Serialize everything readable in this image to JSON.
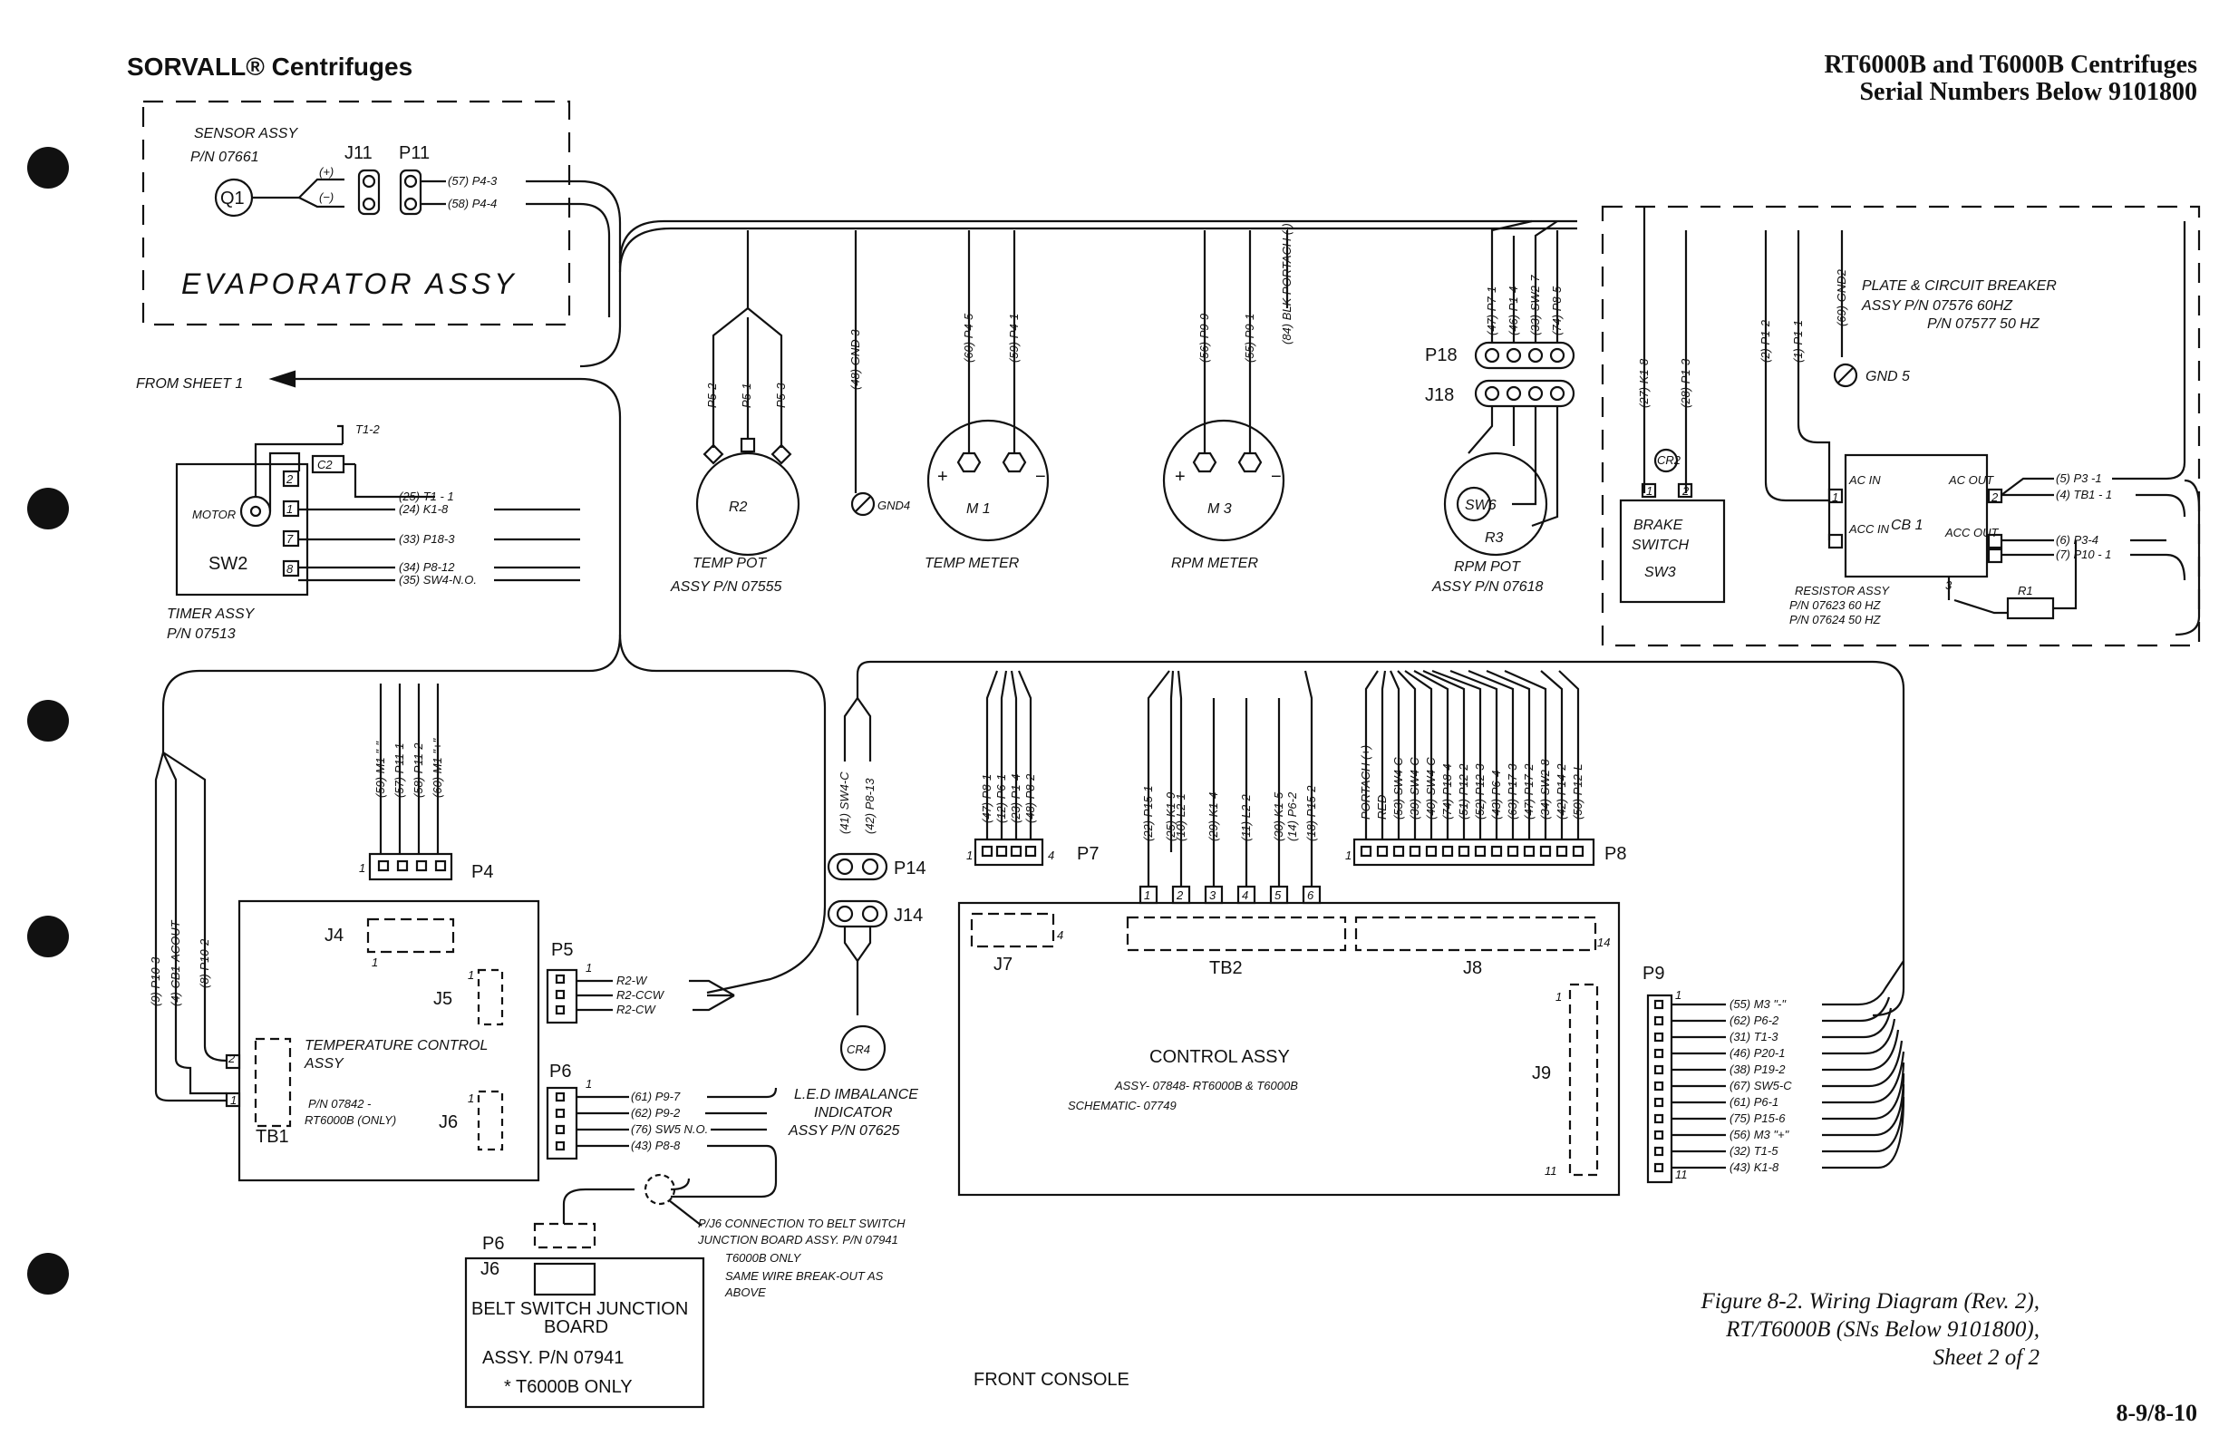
{
  "header": {
    "left": "SORVALL® Centrifuges",
    "right_line1": "RT6000B and T6000B Centrifuges",
    "right_line2": "Serial Numbers Below 9101800"
  },
  "caption": {
    "line1": "Figure 8-2. Wiring Diagram (Rev. 2),",
    "line2": "RT/T6000B (SNs Below 9101800),",
    "line3": "Sheet 2 of 2"
  },
  "page_number": "8-9/8-10",
  "labels": {
    "sensor1": "SENSOR ASSY",
    "sensor2": "P/N 07661",
    "j11": "J11",
    "p11": "P11",
    "q1": "Q1",
    "plus": "(+)",
    "minus": "(−)",
    "w57": "(57) P4-3",
    "w58": "(58) P4-4",
    "evap": "EVAPORATOR ASSY",
    "from_sheet": "FROM SHEET 1",
    "t12": "T1-2",
    "c2": "C2",
    "motor": "MOTOR",
    "sw2": "SW2",
    "tw1": "(25) T1 - 1",
    "tw2": "(24) K1-8",
    "tw3": "(33) P18-3",
    "tw4": "(34) P8-12",
    "tw5": "(35) SW4-N.O.",
    "timer1": "TIMER ASSY",
    "timer2": "P/N 07513",
    "r2": "R2",
    "p52": "P5-2",
    "p51": "P5-1",
    "p53": "P5-3",
    "gnd3": "(48) GND 3",
    "gnd4": "GND4",
    "temppot1": "TEMP POT",
    "temppot2": "ASSY P/N 07555",
    "m1": "M 1",
    "m1w1": "(60) P4-5",
    "m1w2": "(59) P4-1",
    "tempmeter": "TEMP METER",
    "m3": "M 3",
    "m3w1": "(56) P9-9",
    "m3w2": "(55) P9-1",
    "m3w3": "(84) BLK PORTACH (-)",
    "rpmmeter": "RPM METER",
    "p18": "P18",
    "j18": "J18",
    "p18w1": "(47) P7-1",
    "p18w2": "(46) P1-4",
    "p18w3": "(33) SW2-7",
    "p18w4": "(74) P8-5",
    "r3": "R3",
    "sw6": "SW6",
    "rpmpot1": "RPM POT",
    "rpmpot2": "ASSY P/N 07618",
    "plate1": "PLATE & CIRCUIT BREAKER",
    "plate2": "ASSY  P/N 07576   60HZ",
    "plate3": "P/N 07577   50 HZ",
    "gnd5": "GND 5",
    "bw1": "(27) K1-8",
    "bw2": "(28) P1-3",
    "bw3": "(2) P1-2",
    "bw4": "(1) P1-1",
    "bw5": "(69) GND2",
    "cr2": "CR2",
    "brake1": "BRAKE",
    "brake2": "SWITCH",
    "brake3": "SW3",
    "cb1": "CB 1",
    "acin": "AC IN",
    "accin": "ACC IN",
    "acout": "AC OUT",
    "accout": "ACC OUT",
    "cbw1": "(5) P3 -1",
    "cbw2": "(4) TB1 - 1",
    "cbw3": "(6) P3-4",
    "cbw4": "(7) P10 - 1",
    "resistor1": "RESISTOR ASSY",
    "resistor2": "P/N 07623  60 HZ",
    "resistor3": "P/N 07624  50 HZ",
    "r1": "R1",
    "p4": "P4",
    "p4w1": "(59) M1 \"-\"",
    "p4w2": "(57) P11-1",
    "p4w3": "(58) P11-2",
    "p4w4": "(60) M1 \"+\"",
    "j4": "J4",
    "j5": "J5",
    "j6": "J6",
    "tb1": "TB1",
    "tempctl1": "TEMPERATURE CONTROL",
    "tempctl2": "ASSY",
    "tempctl3": "P/N 07842 -",
    "tempctl4": "RT6000B (ONLY)",
    "lw1": "(9) P10-3",
    "lw2": "(4) CB1-ACOUT",
    "lw3": "(8) P10-2",
    "p5": "P5",
    "p5w1": "R2-W",
    "p5w2": "R2-CCW",
    "p5w3": "R2-CW",
    "p6": "P6",
    "p6w1": "(61) P9-7",
    "p6w2": "(62) P9-2",
    "p6w3": "(76) SW5 N.O.",
    "p6w4": "(43) P8-8",
    "p14": "P14",
    "j14": "J14",
    "p14w1": "(41) SW4-C",
    "p14w2": "(42) P8-13",
    "cr4": "CR4",
    "led1": "L.E.D IMBALANCE",
    "led2": "INDICATOR",
    "led3": "ASSY P/N 07625",
    "p7": "P7",
    "j7": "J7",
    "p7w": [
      "(47) P8-1",
      "(12) P6-1",
      "(23) P1-4",
      "(48) P8-2"
    ],
    "tb2": "TB2",
    "tb2w": [
      "(22) P15-1",
      "(25) K1-9",
      "(10) L2-1",
      "(29) K1-4",
      "(11) L2-2",
      "(30) K1-5",
      "(14) P6-2",
      "(18) P15-2"
    ],
    "p8": "P8",
    "j8": "J8",
    "p8w": [
      "PORTACH (+)",
      "RED",
      "(53) SW4-C",
      "(39) SW4-C",
      "(40) SW4-C",
      "(74) P18-4",
      "(51) P12-2",
      "(52) P12-3",
      "(43) P6-4",
      "(63) P17-3",
      "(47) P17-2",
      "(34) SW2-8",
      "(42) P14-2",
      "(50) P12-L"
    ],
    "control1": "CONTROL ASSY",
    "control2": "ASSY- 07848- RT6000B & T6000B",
    "control3": "SCHEMATIC- 07749",
    "j9": "J9",
    "p9": "P9",
    "p9w": [
      "(55) M3 \"-\"",
      "(62) P6-2",
      "(31) T1-3",
      "(46) P20-1",
      "(38) P19-2",
      "(67) SW5-C",
      "(61) P6-1",
      "(75) P15-6",
      "(56) M3 \"+\"",
      "(32) T1-5",
      "(43) K1-8"
    ],
    "belt1": "BELT SWITCH JUNCTION",
    "belt2": "BOARD",
    "belt3": "ASSY. P/N 07941",
    "belt4": "* T6000B ONLY",
    "belt_j6": "J6",
    "belt_p6": "P6",
    "note1": "P/J6 CONNECTION TO BELT SWITCH",
    "note2": "JUNCTION BOARD ASSY. P/N 07941",
    "note3": "T6000B ONLY",
    "note4": "SAME WIRE BREAK-OUT AS",
    "note5": "ABOVE",
    "front": "FRONT CONSOLE",
    "n1": "1",
    "n2": "2",
    "n3": "3",
    "n4": "4",
    "n5": "5",
    "n6": "6",
    "n7": "7",
    "n8": "8",
    "n11": "11",
    "n14": "14"
  }
}
